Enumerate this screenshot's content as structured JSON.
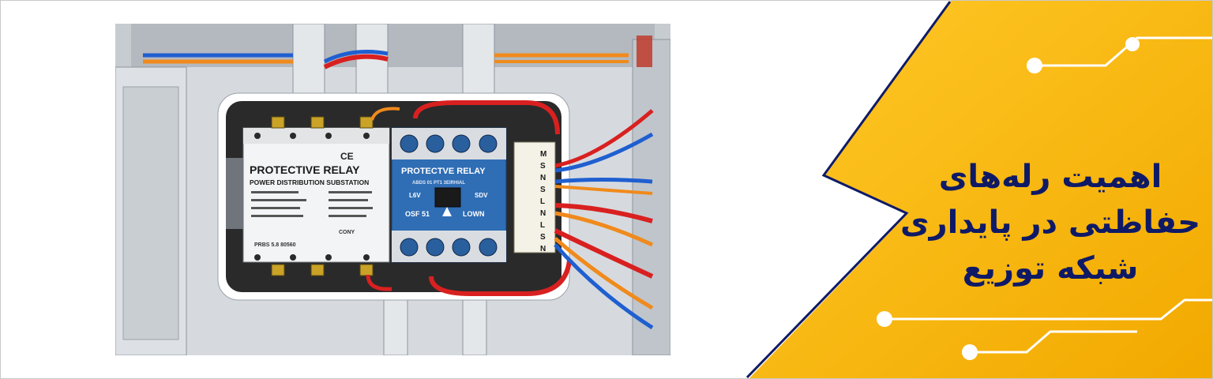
{
  "headline": {
    "line1": "اهمیت رله‌های",
    "line2": "حفاظتی در پایداری",
    "line3": "شبکه توزیع"
  },
  "photo": {
    "white_relay": {
      "title": "PROTECTIVE RELAY",
      "subtitle": "POWER DISTRIBUTION SUBSTATION",
      "marks": "CE",
      "footer_left": "PRBS 5.8 80560",
      "conv": "CONY"
    },
    "blue_relay": {
      "title": "PROTECTVE RELAY",
      "left_text": "OSF 51",
      "right_text": "LOWN",
      "top_text": "ABDS 01 PT1 3EIRHIAL",
      "volt": "L6V",
      "sdv": "SDV"
    },
    "terminal_labels": [
      "M",
      "S",
      "N",
      "S",
      "L",
      "N",
      "L",
      "S",
      "N"
    ]
  },
  "colors": {
    "yellow": "#fbc02d",
    "navy": "#0f1a66",
    "relay_blue": "#2f6db5",
    "wire_red": "#d92020",
    "wire_blue": "#1f5fd0",
    "wire_orange": "#f08a1c"
  }
}
